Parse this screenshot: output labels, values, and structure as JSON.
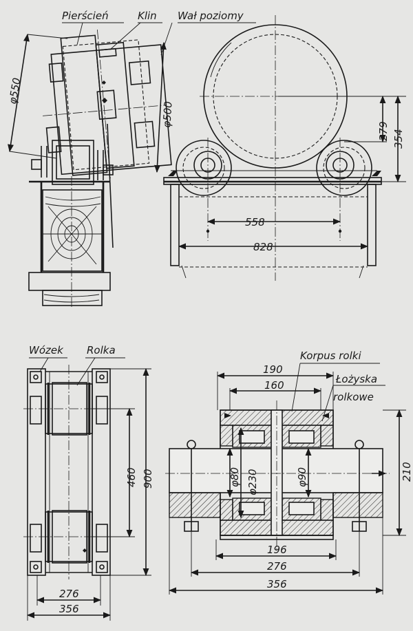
{
  "labels": {
    "ring": "Pierścień",
    "wedge": "Klin",
    "shaft": "Wał poziomy",
    "cart": "Wózek",
    "roller": "Rolka",
    "roller_body": "Korpus rolki",
    "bearings_line1": "Łożyska",
    "bearings_line2": "rolkowe"
  },
  "dimensions": {
    "d550": "φ550",
    "d500": "φ500",
    "h279": "279",
    "h354": "354",
    "w558": "558",
    "w828": "828",
    "h460": "460",
    "h900": "900",
    "w276_left": "276",
    "w356_left": "356",
    "w190": "190",
    "w160": "160",
    "d80": "φ80",
    "d230": "φ230",
    "d90": "φ90",
    "h210": "210",
    "w196": "196",
    "w276_right": "276",
    "w356_right": "356"
  }
}
